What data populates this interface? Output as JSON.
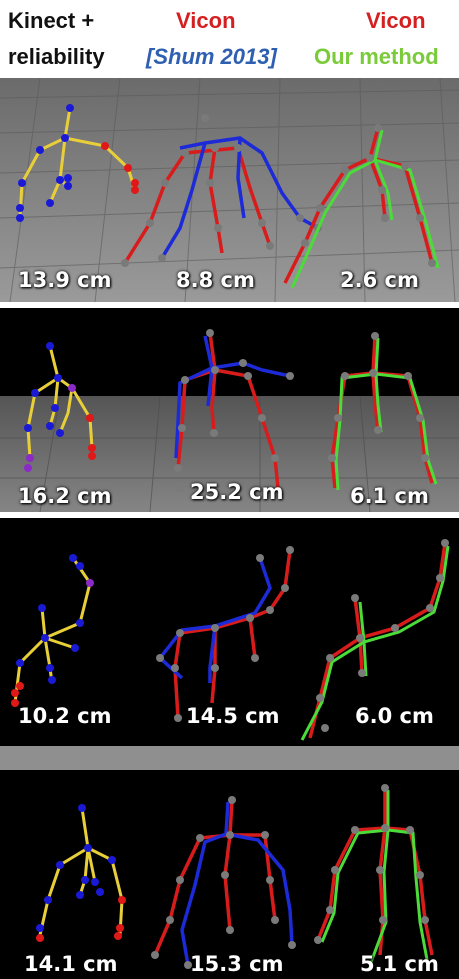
{
  "header": {
    "col1_line1": "Kinect +",
    "col1_line2": "reliability",
    "col2_line1": "Vicon",
    "col2_line2": "[Shum 2013]",
    "col3_line1": "Vicon",
    "col3_line2": "Our method"
  },
  "panels": [
    {
      "errors": [
        "13.9 cm",
        "8.8 cm",
        "2.6 cm"
      ]
    },
    {
      "errors": [
        "16.2 cm",
        "25.2 cm",
        "6.1 cm"
      ]
    },
    {
      "errors": [
        "10.2 cm",
        "14.5 cm",
        "6.0 cm"
      ]
    },
    {
      "errors": [
        "14.1 cm",
        "15.3 cm",
        "5.1 cm"
      ]
    }
  ],
  "colors": {
    "kinect_bone": "#e8cf3a",
    "kinect_joint": "#1a1ad6",
    "kinect_joint_low": "#e01818",
    "kinect_joint_mid": "#8a2bc8",
    "vicon": "#d81c1c",
    "shum": "#1c2ad8",
    "ours": "#4cdc3a",
    "marker": "#7a7a7a"
  }
}
